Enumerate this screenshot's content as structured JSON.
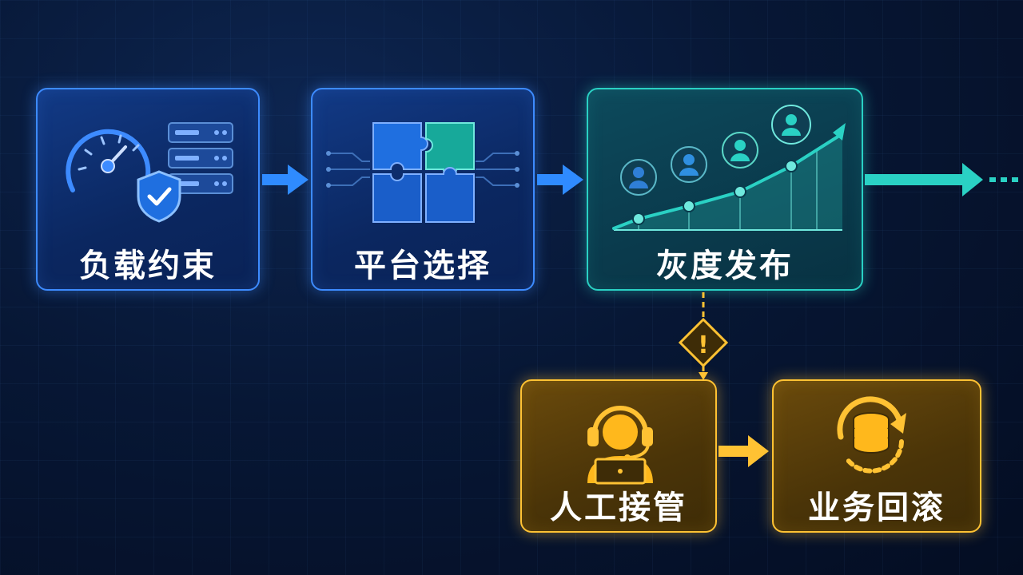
{
  "steps": {
    "load_constraint": "负载约束",
    "platform_selection": "平台选择",
    "canary_release": "灰度发布",
    "manual_takeover": "人工接管",
    "business_rollback": "业务回滚"
  },
  "warning_symbol": "!",
  "icons": {
    "load_constraint": [
      "gauge-icon",
      "server-stack-icon",
      "shield-check-icon"
    ],
    "platform_selection": [
      "puzzle-icon",
      "circuit-lines-icon"
    ],
    "canary_release": [
      "users-growth-chart-icon"
    ],
    "manual_takeover": [
      "headset-operator-icon"
    ],
    "business_rollback": [
      "database-rollback-icon"
    ]
  },
  "colors": {
    "blue": "#3d8bff",
    "teal": "#2ad1c4",
    "amber": "#ffc233",
    "background": "#071735"
  }
}
